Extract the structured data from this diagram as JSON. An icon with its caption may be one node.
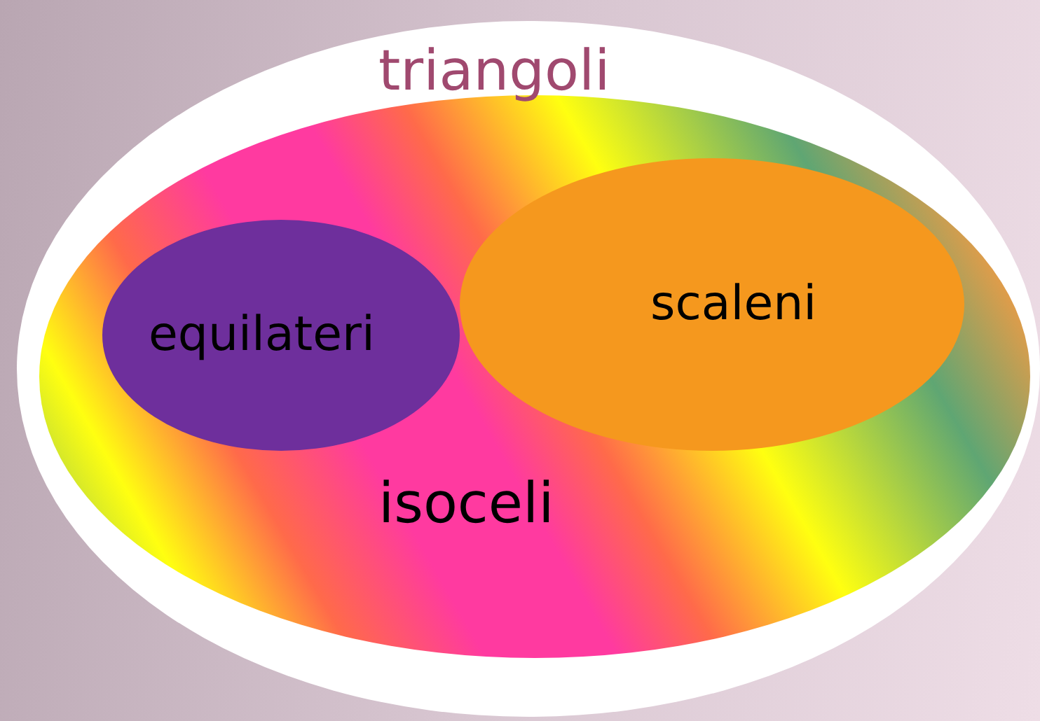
{
  "diagram": {
    "nodes": [
      {
        "text": [
          "triangoli"
        ]
      },
      {
        "text": [
          "isoceli"
        ],
        "in": 0
      },
      {
        "text": [
          "equilateri"
        ],
        "in": 1
      },
      {
        "text": [
          "scaleni"
        ],
        "in": 1
      }
    ]
  }
}
